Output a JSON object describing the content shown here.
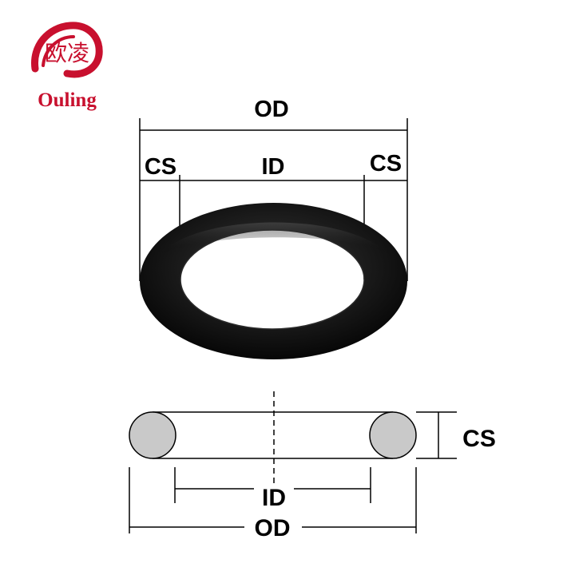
{
  "brand": {
    "name": "Ouling",
    "logo_glyphs": "欧凌",
    "logo_color": "#c8102e"
  },
  "top_view": {
    "od_label": "OD",
    "id_label": "ID",
    "cs_left_label": "CS",
    "cs_right_label": "CS",
    "ring_color": "#121212"
  },
  "cross_section": {
    "cs_label": "CS",
    "id_label": "ID",
    "od_label": "OD",
    "section_fill": "#c9c9c9"
  }
}
